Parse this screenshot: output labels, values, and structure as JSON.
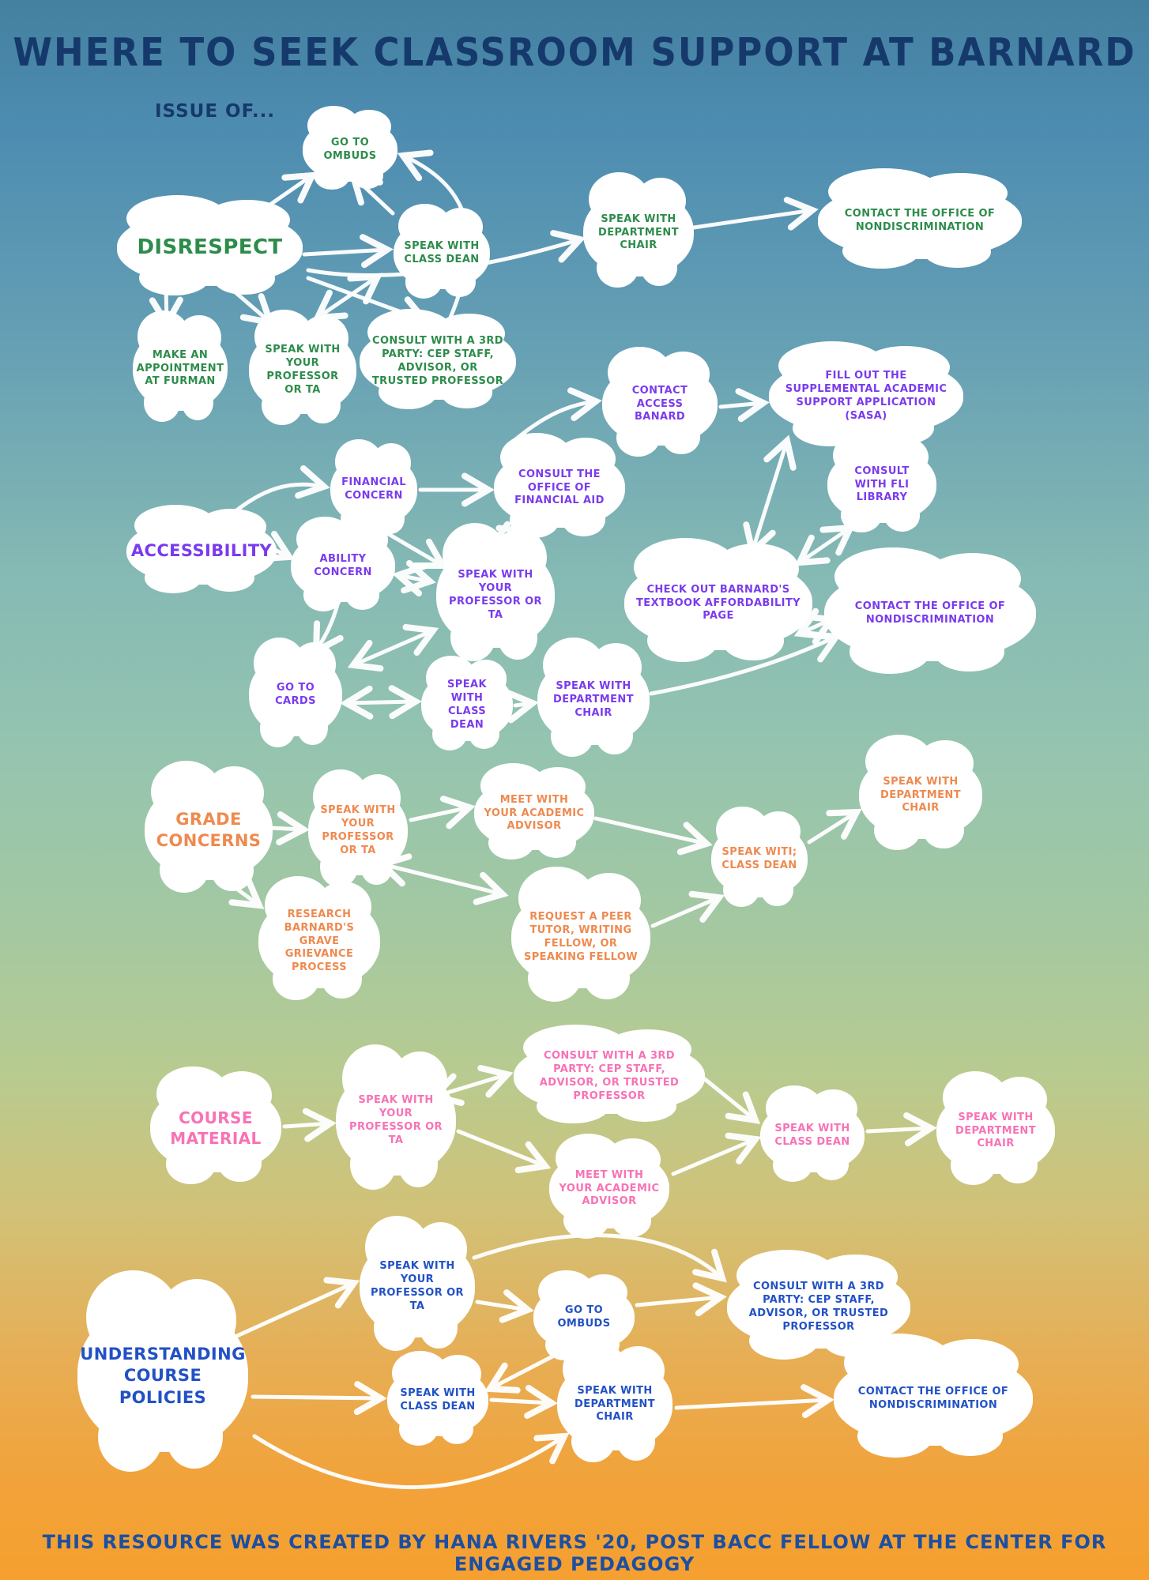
{
  "poster": {
    "title": "WHERE TO SEEK CLASSROOM SUPPORT AT BARNARD",
    "subtitle": "ISSUE OF...",
    "footer": "THIS RESOURCE WAS CREATED BY HANA RIVERS '20, POST BACC FELLOW AT THE CENTER FOR ENGAGED PEDAGOGY",
    "title_color": "#16396b",
    "subtitle_color": "#16396b",
    "footer_color": "#1c4fa1"
  },
  "background": {
    "top": "#44809f",
    "middle": "#94c4b0",
    "bottom": "#f5a02f",
    "cloud": "#ffffff",
    "arrow": "#ffffff"
  },
  "sections": {
    "disrespect": {
      "label": "DISRESPECT",
      "color": "#2d8c4b"
    },
    "accessibility": {
      "label": "ACCESSIBILITY",
      "color": "#7a3bee"
    },
    "grade": {
      "label": "GRADE CONCERNS",
      "color": "#ee8a4f"
    },
    "course": {
      "label": "COURSE MATERIAL",
      "color": "#f872b5"
    },
    "policies": {
      "label": "UNDERSTANDING COURSE POLICIES",
      "color": "#2251c5"
    }
  },
  "nodes": [
    {
      "id": "go-to-ombuds-disrespect",
      "section": "disrespect",
      "head": false,
      "label": "GO TO OMBUDS"
    },
    {
      "id": "disrespect-head",
      "section": "disrespect",
      "head": true,
      "label": "DISRESPECT"
    },
    {
      "id": "speak-class-dean-disrespect",
      "section": "disrespect",
      "head": false,
      "label": "SPEAK WITH CLASS DEAN"
    },
    {
      "id": "speak-dept-chair-disrespect",
      "section": "disrespect",
      "head": false,
      "label": "SPEAK WITH DEPARTMENT CHAIR"
    },
    {
      "id": "contact-office-disrespect",
      "section": "disrespect",
      "head": false,
      "label": "CONTACT THE OFFICE OF NONDISCRIMINATION"
    },
    {
      "id": "make-appointment-furman",
      "section": "disrespect",
      "head": false,
      "label": "MAKE AN APPOINTMENT AT FURMAN"
    },
    {
      "id": "speak-professor-disrespect",
      "section": "disrespect",
      "head": false,
      "label": "SPEAK WITH YOUR PROFESSOR OR TA"
    },
    {
      "id": "consult-3rd-party-disrespect",
      "section": "disrespect",
      "head": false,
      "label": "CONSULT WITH A 3RD PARTY: CEP STAFF, ADVISOR, OR TRUSTED PROFESSOR"
    },
    {
      "id": "contact-access-banard",
      "section": "accessibility",
      "head": false,
      "label": "CONTACT ACCESS BANARD"
    },
    {
      "id": "fill-out-sasa",
      "section": "accessibility",
      "head": false,
      "label": "FILL OUT THE SUPPLEMENTAL ACADEMIC SUPPORT APPLICATION (SASA)"
    },
    {
      "id": "financial-concern",
      "section": "accessibility",
      "head": false,
      "label": "FINANCIAL CONCERN"
    },
    {
      "id": "consult-financial-aid",
      "section": "accessibility",
      "head": false,
      "label": "CONSULT THE OFFICE OF FINANCIAL AID"
    },
    {
      "id": "accessibility-head",
      "section": "accessibility",
      "head": true,
      "label": "ACCESSIBILITY"
    },
    {
      "id": "ability-concern",
      "section": "accessibility",
      "head": false,
      "label": "ABILITY CONCERN"
    },
    {
      "id": "speak-professor-accessibility",
      "section": "accessibility",
      "head": false,
      "label": "SPEAK WITH YOUR PROFESSOR OR TA"
    },
    {
      "id": "consult-fli-library",
      "section": "accessibility",
      "head": false,
      "label": "CONSULT WITH FLI LIBRARY"
    },
    {
      "id": "check-textbook-affordability",
      "section": "accessibility",
      "head": false,
      "label": "CHECK OUT BARNARD'S TEXTBOOK AFFORDABILITY PAGE"
    },
    {
      "id": "contact-office-accessibility",
      "section": "accessibility",
      "head": false,
      "label": "CONTACT THE OFFICE OF NONDISCRIMINATION"
    },
    {
      "id": "go-to-cards",
      "section": "accessibility",
      "head": false,
      "label": "GO TO CARDS"
    },
    {
      "id": "speak-class-dean-accessibility",
      "section": "accessibility",
      "head": false,
      "label": "SPEAK WITH CLASS DEAN"
    },
    {
      "id": "speak-dept-chair-accessibility",
      "section": "accessibility",
      "head": false,
      "label": "SPEAK WITH DEPARTMENT CHAIR"
    },
    {
      "id": "grade-concerns-head",
      "section": "grade",
      "head": true,
      "label": "GRADE CONCERNS"
    },
    {
      "id": "speak-professor-grade",
      "section": "grade",
      "head": false,
      "label": "SPEAK WITH YOUR PROFESSOR OR TA"
    },
    {
      "id": "meet-academic-advisor-grade",
      "section": "grade",
      "head": false,
      "label": "MEET WITH YOUR ACADEMIC ADVISOR"
    },
    {
      "id": "speak-class-dean-grade",
      "section": "grade",
      "head": false,
      "label": "SPEAK WITI; CLASS DEAN"
    },
    {
      "id": "speak-dept-chair-grade",
      "section": "grade",
      "head": false,
      "label": "SPEAK WITH DEPARTMENT CHAIR"
    },
    {
      "id": "research-grave-grievance",
      "section": "grade",
      "head": false,
      "label": "RESEARCH BARNARD'S GRAVE GRIEVANCE PROCESS"
    },
    {
      "id": "request-peer-tutor",
      "section": "grade",
      "head": false,
      "label": "REQUEST A PEER TUTOR, WRITING FELLOW, OR SPEAKING FELLOW"
    },
    {
      "id": "course-material-head",
      "section": "course",
      "head": true,
      "label": "COURSE MATERIAL"
    },
    {
      "id": "speak-professor-course",
      "section": "course",
      "head": false,
      "label": "SPEAK WITH YOUR PROFESSOR OR TA"
    },
    {
      "id": "consult-3rd-party-course",
      "section": "course",
      "head": false,
      "label": "CONSULT WITH A 3RD PARTY: CEP STAFF, ADVISOR, OR TRUSTED PROFESSOR"
    },
    {
      "id": "meet-academic-advisor-course",
      "section": "course",
      "head": false,
      "label": "MEET WITH YOUR ACADEMIC ADVISOR"
    },
    {
      "id": "speak-class-dean-course",
      "section": "course",
      "head": false,
      "label": "SPEAK WITH CLASS DEAN"
    },
    {
      "id": "speak-dept-chair-course",
      "section": "course",
      "head": false,
      "label": "SPEAK WITH DEPARTMENT CHAIR"
    },
    {
      "id": "speak-professor-policies",
      "section": "policies",
      "head": false,
      "label": "SPEAK WITH YOUR PROFESSOR OR TA"
    },
    {
      "id": "go-to-ombuds-policies",
      "section": "policies",
      "head": false,
      "label": "GO TO OMBUDS"
    },
    {
      "id": "consult-3rd-party-policies",
      "section": "policies",
      "head": false,
      "label": "CONSULT WITH A 3RD PARTY: CEP STAFF, ADVISOR, OR TRUSTED PROFESSOR"
    },
    {
      "id": "understanding-policies-head",
      "section": "policies",
      "head": true,
      "label": "UNDERSTANDING COURSE POLICIES"
    },
    {
      "id": "speak-class-dean-policies",
      "section": "policies",
      "head": false,
      "label": "SPEAK WITH CLASS DEAN"
    },
    {
      "id": "speak-dept-chair-policies",
      "section": "policies",
      "head": false,
      "label": "SPEAK WITH DEPARTMENT CHAIR"
    },
    {
      "id": "contact-office-policies",
      "section": "policies",
      "head": false,
      "label": "CONTACT THE OFFICE OF NONDISCRIMINATION"
    }
  ]
}
